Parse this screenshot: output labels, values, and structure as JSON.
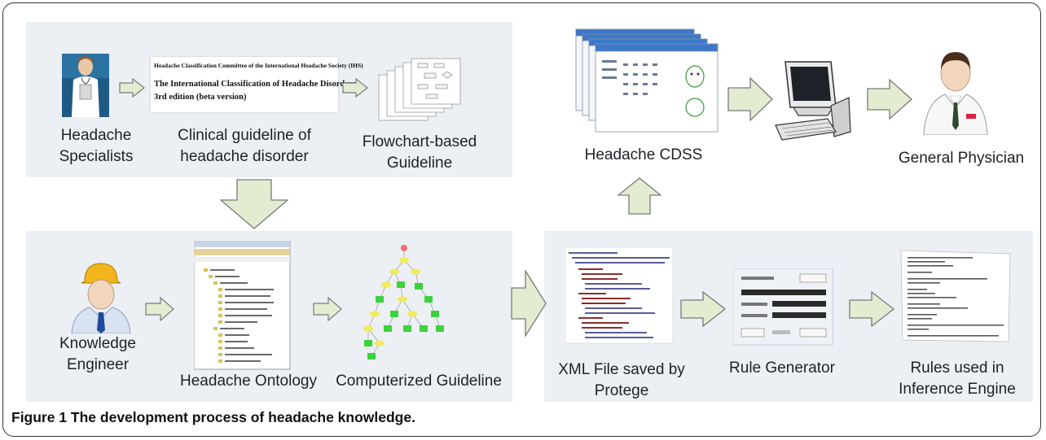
{
  "labels": {
    "headache_specialists": [
      "Headache",
      "Specialists"
    ],
    "clinical_guideline": [
      "Clinical guideline of",
      "headache disorder"
    ],
    "flowchart_guideline": [
      "Flowchart-based",
      "Guideline"
    ],
    "headache_cdss": [
      "Headache CDSS"
    ],
    "general_physician": [
      "General Physician"
    ],
    "knowledge_engineer": [
      "Knowledge",
      "Engineer"
    ],
    "headache_ontology": [
      "Headache Ontology"
    ],
    "computerized_guideline": [
      "Computerized Guideline"
    ],
    "xml_file": [
      "XML File saved by",
      "Protege"
    ],
    "rule_generator": [
      "Rule Generator"
    ],
    "rules_inference": [
      "Rules used in",
      "Inference Engine"
    ]
  },
  "guideline_doc": {
    "line1": "Headache Classification Committee of the International Headache Society (IHS)",
    "line2": "The International Classification of Headache Disorders,",
    "line3": "3rd edition (beta version)"
  },
  "caption": "Figure 1 The development process of headache knowledge.",
  "colors": {
    "arrow_fill": "#e3ecd0",
    "arrow_stroke": "#7a7a7a",
    "panel": "#eceff4"
  },
  "icons": [
    "doctor-woman-icon",
    "computer-icon",
    "doctor-man-icon",
    "engineer-icon"
  ]
}
